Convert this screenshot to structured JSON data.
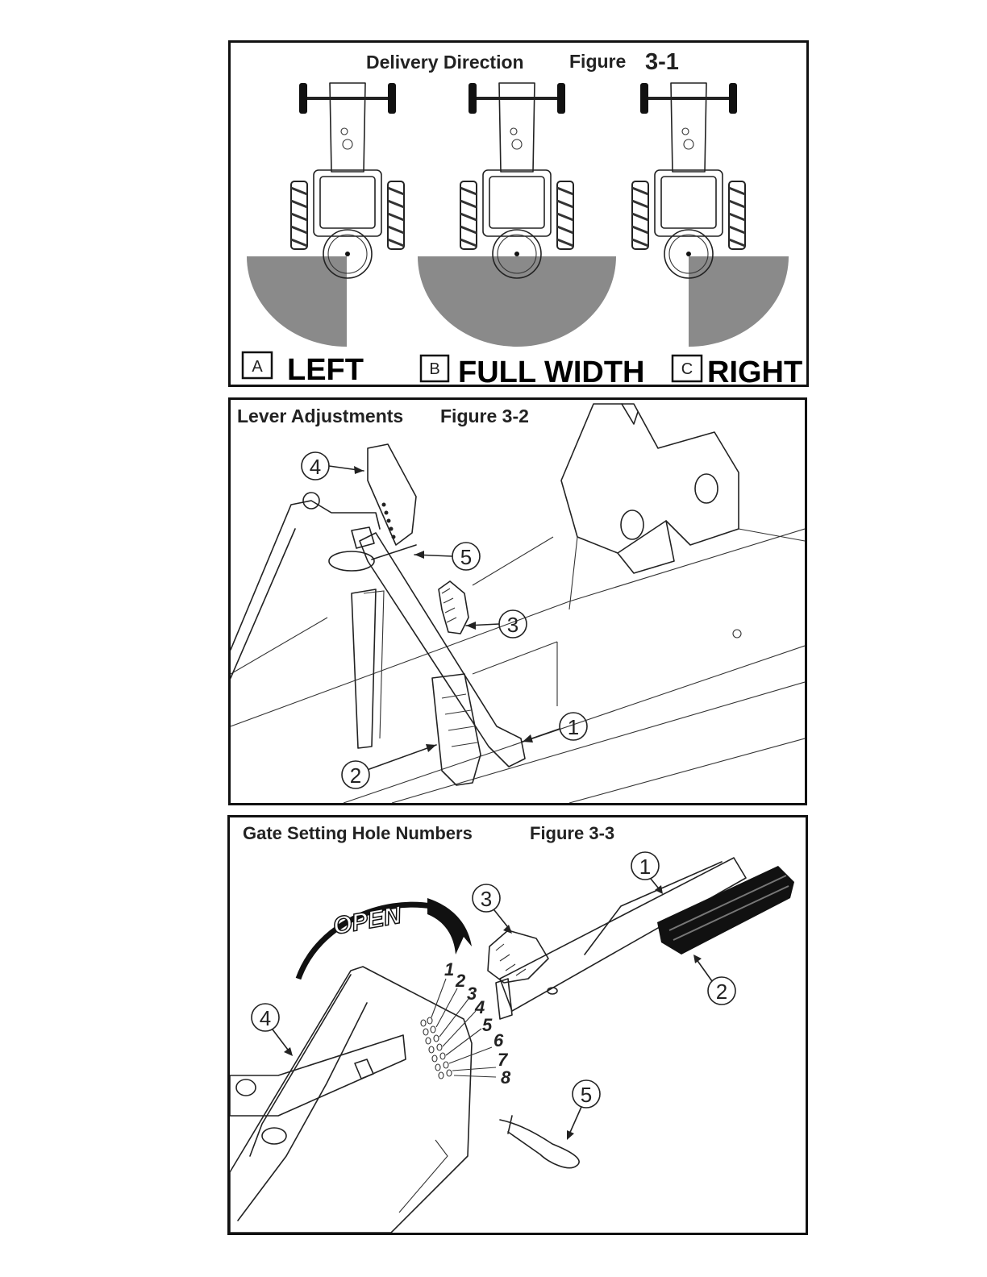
{
  "figures": {
    "fig1": {
      "title": "Delivery Direction",
      "fig_word": "Figure",
      "fig_num": "3-1",
      "options": [
        {
          "letter": "A",
          "label": "LEFT"
        },
        {
          "letter": "B",
          "label": "FULL WIDTH"
        },
        {
          "letter": "C",
          "label": "RIGHT"
        }
      ]
    },
    "fig2": {
      "title": "Lever Adjustments",
      "fig_label": "Figure 3-2",
      "callouts": [
        "1",
        "2",
        "3",
        "4",
        "5"
      ]
    },
    "fig3": {
      "title": "Gate Setting Hole Numbers",
      "fig_label": "Figure 3-3",
      "open_text": "OPEN",
      "holes": [
        "1",
        "2",
        "3",
        "4",
        "5",
        "6",
        "7",
        "8"
      ],
      "callouts": [
        "1",
        "2",
        "3",
        "4",
        "5"
      ]
    }
  },
  "colors": {
    "spread_fill": "#8a8a8a",
    "line": "#222222",
    "border": "#111111"
  }
}
